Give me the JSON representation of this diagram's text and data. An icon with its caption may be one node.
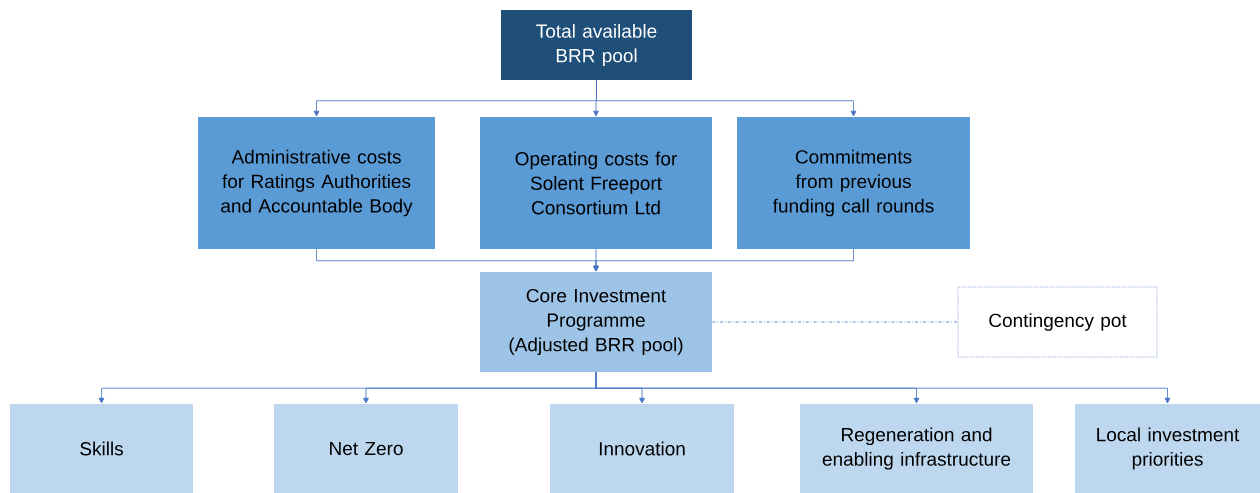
{
  "diagram": {
    "nodes": [
      {
        "text": [
          "Total available BRR pool"
        ]
      },
      {
        "text": [
          "Administrative costs for Ratings Authorities and Accountable Body"
        ]
      },
      {
        "text": [
          "Operating costs for Solent Freeport Consortium Ltd"
        ]
      },
      {
        "text": [
          "Commitments from previous funding call rounds"
        ]
      },
      {
        "text": [
          "Core Investment Programme (Adjusted BRR pool)"
        ]
      },
      {
        "text": [
          "Contingency pot"
        ]
      },
      {
        "text": [
          "Skills"
        ]
      },
      {
        "text": [
          "Net Zero"
        ]
      },
      {
        "text": [
          "Innovation"
        ]
      },
      {
        "text": [
          "Regeneration and enabling infrastructure"
        ]
      },
      {
        "text": [
          "Local investment priorities"
        ]
      }
    ],
    "edges": [
      {
        "from": 0,
        "to": 1,
        "arrow": "to"
      },
      {
        "from": 0,
        "to": 2,
        "arrow": "to"
      },
      {
        "from": 0,
        "to": 3,
        "arrow": "to"
      },
      {
        "from": 1,
        "to": 4,
        "arrow": "to"
      },
      {
        "from": 2,
        "to": 4,
        "arrow": "to"
      },
      {
        "from": 3,
        "to": 4,
        "arrow": "to"
      },
      {
        "from": 4,
        "to": 5,
        "arrow": "none",
        "style": "dashed"
      },
      {
        "from": 4,
        "to": 6,
        "arrow": "to"
      },
      {
        "from": 4,
        "to": 7,
        "arrow": "to"
      },
      {
        "from": 4,
        "to": 8,
        "arrow": "to"
      },
      {
        "from": 4,
        "to": 9,
        "arrow": "to"
      },
      {
        "from": 4,
        "to": 10,
        "arrow": "to"
      }
    ]
  }
}
